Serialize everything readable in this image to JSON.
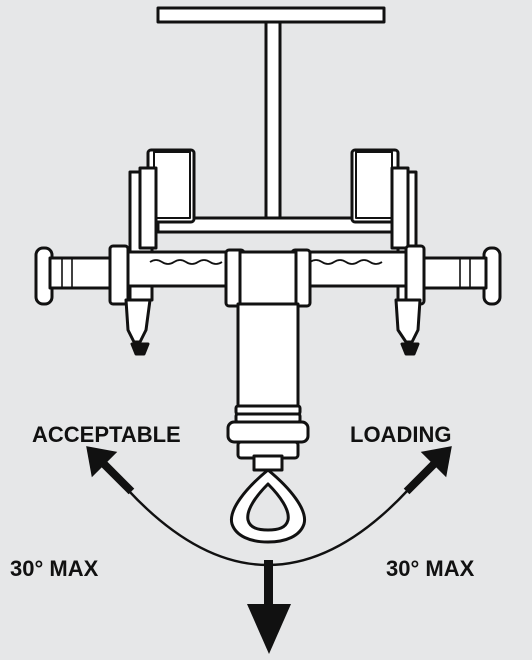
{
  "labels": {
    "left": "ACCEPTABLE",
    "right": "LOADING",
    "max_left": "30° MAX",
    "max_right": "30° MAX"
  },
  "colors": {
    "background": "#e6e7e8",
    "line": "#111111",
    "fill": "#ffffff"
  },
  "icons": {
    "trolley": "beam-trolley-clamp-icon",
    "arrows": "load-direction-arrow-icon"
  }
}
